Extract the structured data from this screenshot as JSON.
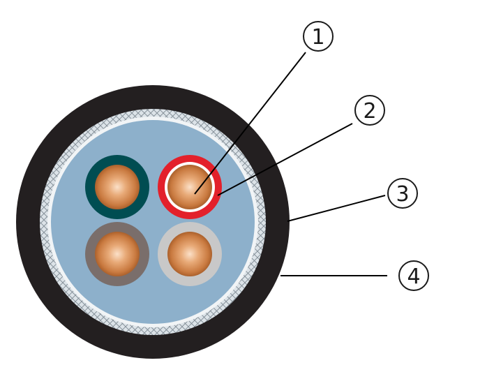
{
  "callouts": [
    {
      "number": "1"
    },
    {
      "number": "2"
    },
    {
      "number": "3"
    },
    {
      "number": "4"
    }
  ],
  "colors": {
    "outer_sheath": "#231f20",
    "armor_band": "#dce3e8",
    "armor_lines": "#7f8a93",
    "filler": "#8db0cb",
    "core_1_insulation": "#004d52",
    "core_2_insulation": "#e3202b",
    "core_3_insulation": "#7a6e6b",
    "core_4_insulation": "#c8c8c8",
    "conductor": "#d08a52",
    "leader_lines": "#000000"
  }
}
